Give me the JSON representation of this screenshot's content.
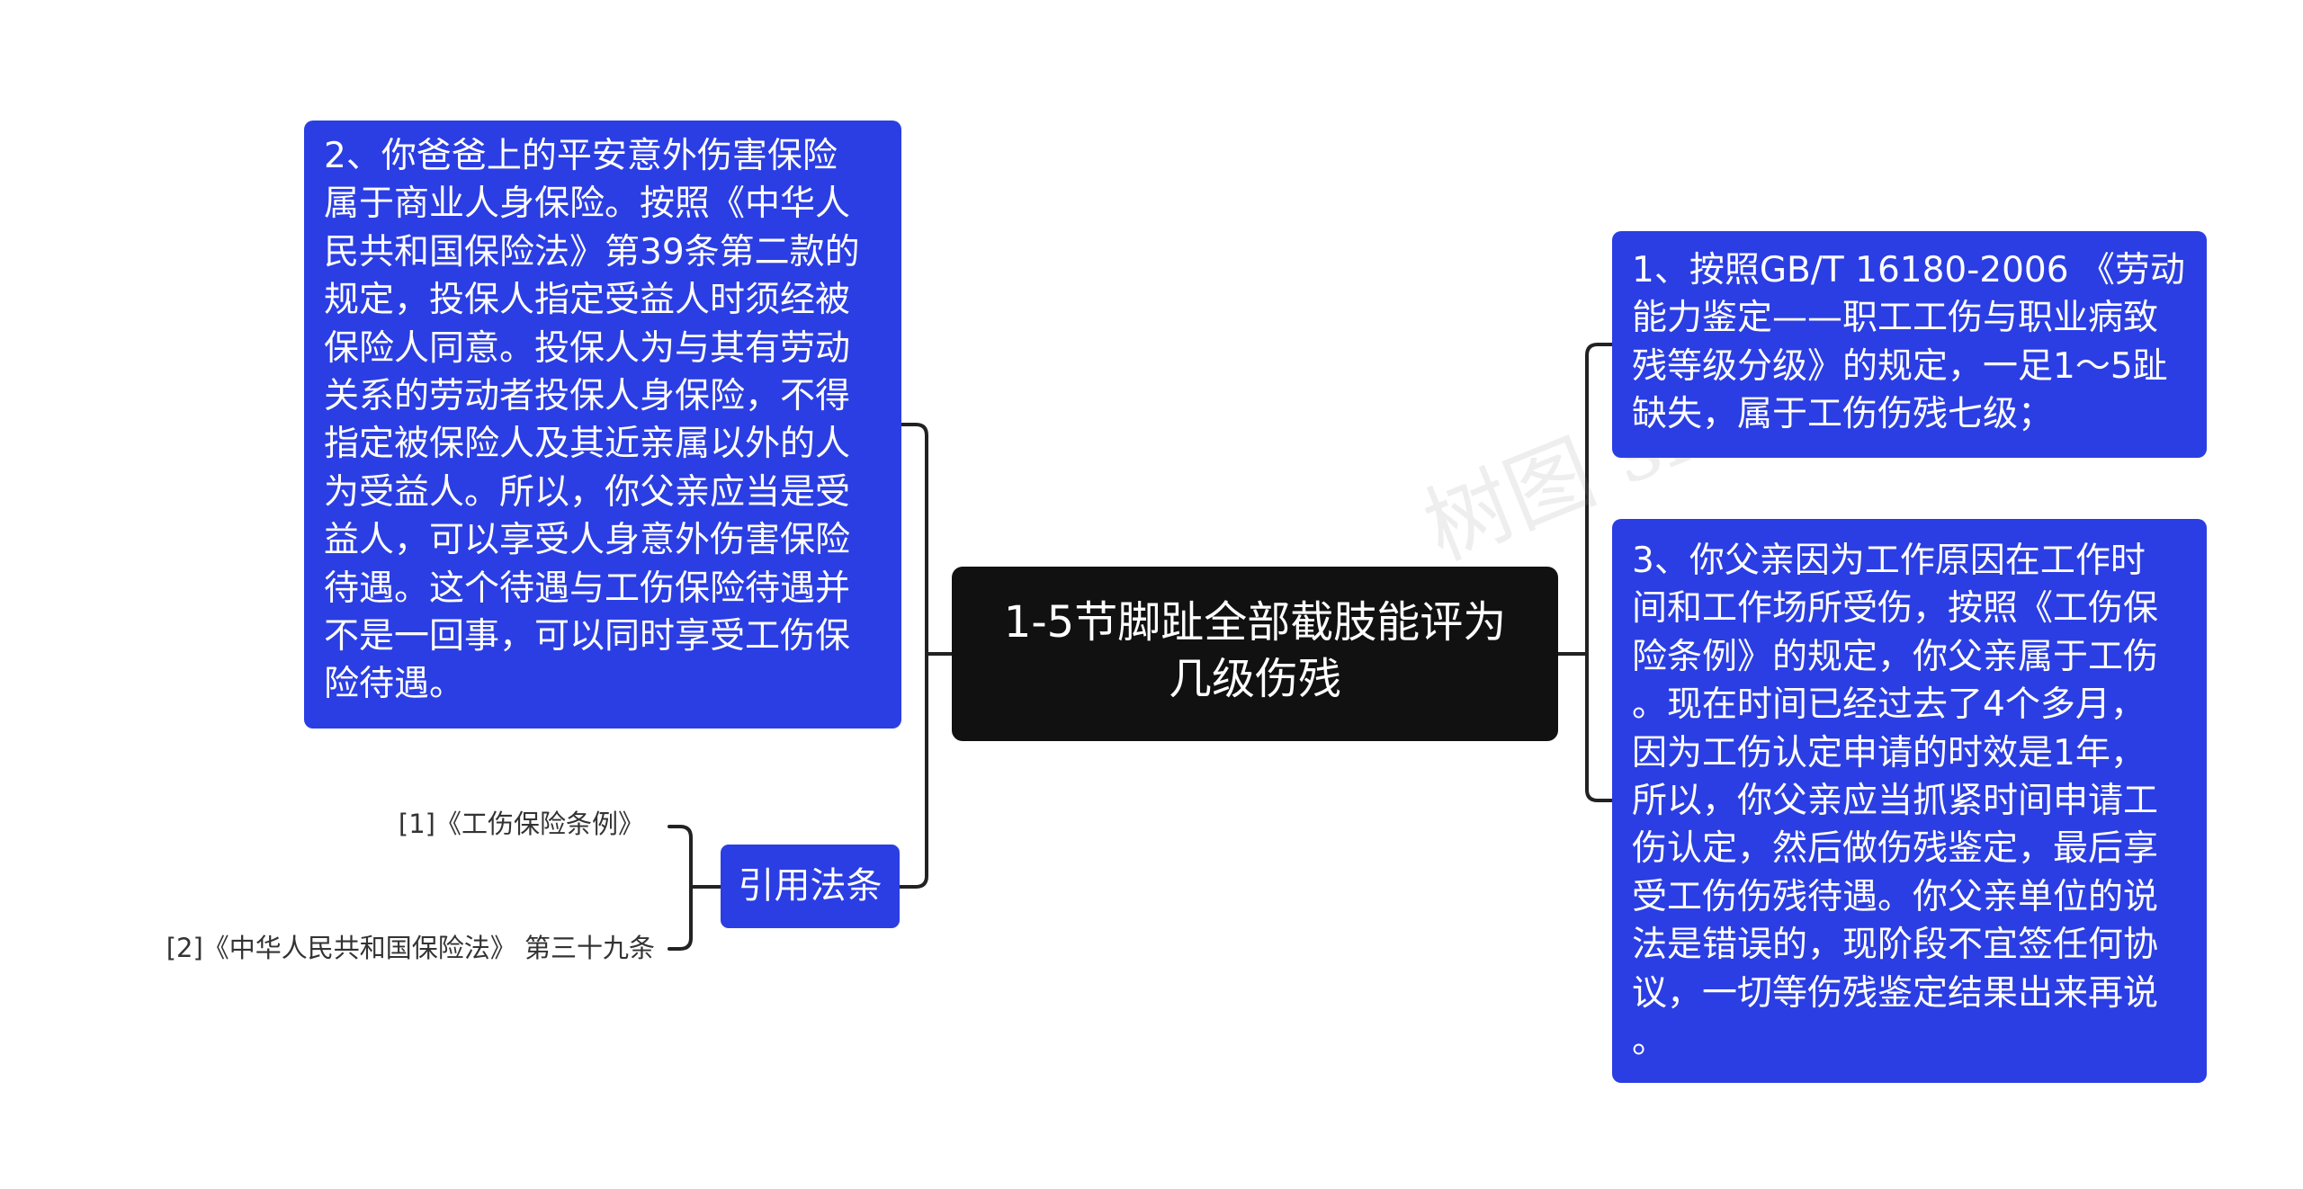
{
  "diagram": {
    "central_topic": "1-5节脚趾全部截肢能评为\n几级伤残",
    "left_text": "2、你爸爸上的平安意外伤害保险\n属于商业人身保险。按照《中华人\n民共和国保险法》第39条第二款的\n规定，投保人指定受益人时须经被\n保险人同意。投保人为与其有劳动\n关系的劳动者投保人身保险，不得\n指定被保险人及其近亲属以外的人\n为受益人。所以，你父亲应当是受\n益人，可以享受人身意外伤害保险\n待遇。这个待遇与工伤保险待遇并\n不是一回事，可以同时享受工伤保\n险待遇。",
    "citations": {
      "label": "引用法条",
      "refs": [
        "[1]《工伤保险条例》",
        "[2]《中华人民共和国保险法》 第三十九条"
      ]
    },
    "right_top_text": "1、按照GB/T 16180-2006 《劳动\n能力鉴定——职工工伤与职业病致\n残等级分级》的规定，一足1～5趾\n缺失，属于工伤伤残七级；",
    "right_bottom_text": "3、你父亲因为工作原因在工作时\n间和工作场所受伤，按照《工伤保\n险条例》的规定，你父亲属于工伤\n。现在时间已经过去了4个多月，\n因为工伤认定申请的时效是1年，\n所以，你父亲应当抓紧时间申请工\n伤认定，然后做伤残鉴定，最后享\n受工伤伤残待遇。你父亲单位的说\n法是错误的，现阶段不宜签任何协\n议，一切等伤残鉴定结果出来再说\n。",
    "watermark": "树图 shu"
  },
  "colors": {
    "node_blue": "#2b3ee3",
    "center_node": "#111111",
    "connector": "#222222",
    "ref_text": "#333333"
  }
}
